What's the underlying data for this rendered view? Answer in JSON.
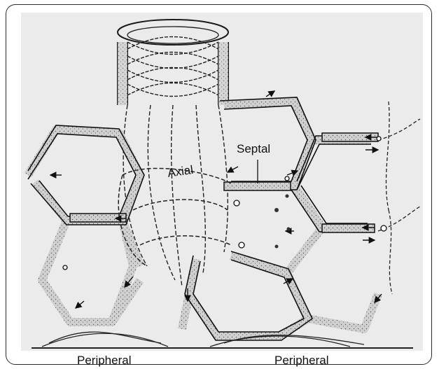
{
  "labels": {
    "septal": "Septal",
    "axial": "Axial",
    "peripheral_left": "Peripheral",
    "peripheral_right": "Peripheral"
  },
  "colors": {
    "ink": "#1a1a1a",
    "background": "#ebebeb",
    "tissue_fill": "#c9c9c9",
    "frame": "#2b2b2b"
  }
}
